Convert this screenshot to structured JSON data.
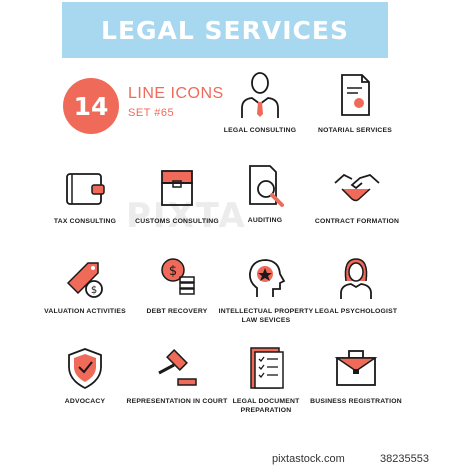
{
  "header": {
    "title": "LEGAL SERVICES"
  },
  "badge": {
    "number": "14"
  },
  "series": {
    "title": "LINE ICONS",
    "subtitle": "SET #65"
  },
  "colors": {
    "accent": "#f06a5a",
    "banner": "#a8d8f0",
    "stroke": "#1a1a1a"
  },
  "icons": [
    {
      "label": "LEGAL CONSULTING",
      "icon": "lawyer-icon"
    },
    {
      "label": "NOTARIAL SERVICES",
      "icon": "notary-document-icon"
    },
    {
      "label": "TAX CONSULTING",
      "icon": "wallet-icon"
    },
    {
      "label": "CUSTOMS CONSULTING",
      "icon": "box-icon"
    },
    {
      "label": "AUDITING",
      "icon": "magnifier-document-icon"
    },
    {
      "label": "CONTRACT FORMATION",
      "icon": "handshake-icon"
    },
    {
      "label": "VALUATION ACTIVITIES",
      "icon": "price-tag-icon"
    },
    {
      "label": "DEBT RECOVERY",
      "icon": "coins-icon"
    },
    {
      "label": "INTELLECTUAL PROPERTY LAW SEVICES",
      "icon": "head-star-icon"
    },
    {
      "label": "LEGAL PSYCHOLOGIST",
      "icon": "psychologist-icon"
    },
    {
      "label": "ADVOCACY",
      "icon": "shield-check-icon"
    },
    {
      "label": "REPRESENTATION IN COURT",
      "icon": "gavel-icon"
    },
    {
      "label": "LEGAL DOCUMENT PREPARATION",
      "icon": "checklist-icon"
    },
    {
      "label": "BUSINESS REGISTRATION",
      "icon": "briefcase-icon"
    }
  ],
  "watermark": {
    "text": "PIXTA"
  },
  "credit": {
    "left": "pixtastock.com",
    "right": "38235553"
  }
}
